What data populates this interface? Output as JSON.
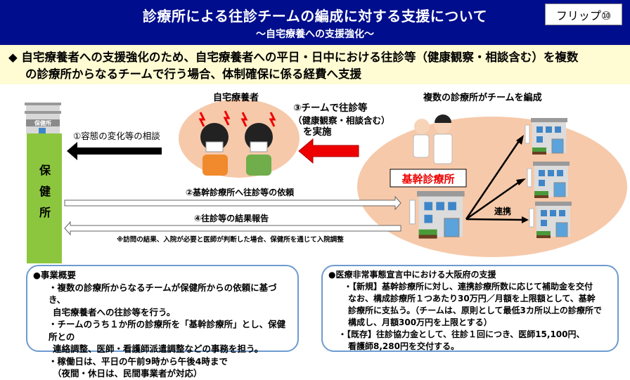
{
  "header": {
    "title": "診療所による往診チームの編成に対する支援について",
    "subtitle": "～自宅療養への支援強化～",
    "flip_label": "フリップ⑩"
  },
  "lead": {
    "line1": "◆ 自宅療養者への支援強化のため、自宅療養者への平日・日中における往診等（健康観察・相談含む）を複数",
    "line2": "の診療所からなるチームで行う場合、体制確保に係る経費へ支援"
  },
  "diagram": {
    "health_center_sign": "保健所",
    "health_center_label": [
      "保",
      "健",
      "所"
    ],
    "patients_label": "自宅療養者",
    "team_label": "複数の診療所がチームを編成",
    "step1": "①容態の変化等の相談",
    "step2": "②基幹診療所へ往診等の依頼",
    "step3": [
      "③チームで往診等",
      "（健康観察・相談含む）",
      "を実施"
    ],
    "step4": "④往診等の結果報告",
    "note": "※訪問の結果、入院が必要と医師が判断した場合、保健所を通じて入院調整",
    "core_clinic": "基幹診療所",
    "cooperation": "連携",
    "colors": {
      "navy": "#000d8c",
      "green": "#8cc63f",
      "peach": "#f6c9aa",
      "red": "#ee0000",
      "box_border": "#6d9bd1"
    }
  },
  "overview": {
    "heading": "●事業概要",
    "items": [
      [
        "・複数の診療所からなるチームが保健所からの依頼に基づき、",
        "自宅療養者への往診等を行う。"
      ],
      [
        "・チームのうち１か所の診療所を「基幹診療所」とし、保健所との",
        "連絡調整、医師・看護師派遣調整などの事務を担う。"
      ],
      [
        "・稼働日は、平日の午前9時から午後4時まで",
        "（夜間・休日は、民間事業者が対応）"
      ]
    ]
  },
  "support": {
    "heading": "●医療非常事態宣言中における大阪府の支援",
    "items": [
      [
        "・【新規】基幹診療所に対し、連携診療所数に応じて補助金を交付",
        "なお、構成診療所１つあたり30万円／月額を上限額として、基幹",
        "診療所に支払う。（チームは、原則として最低3カ所以上の診療所で",
        "構成し、月額300万円を上限とする）"
      ],
      [
        "・【既存】往診協力金として、往診１回につき、医師15,100円、",
        "看護師8,280円を交付する。"
      ]
    ]
  }
}
